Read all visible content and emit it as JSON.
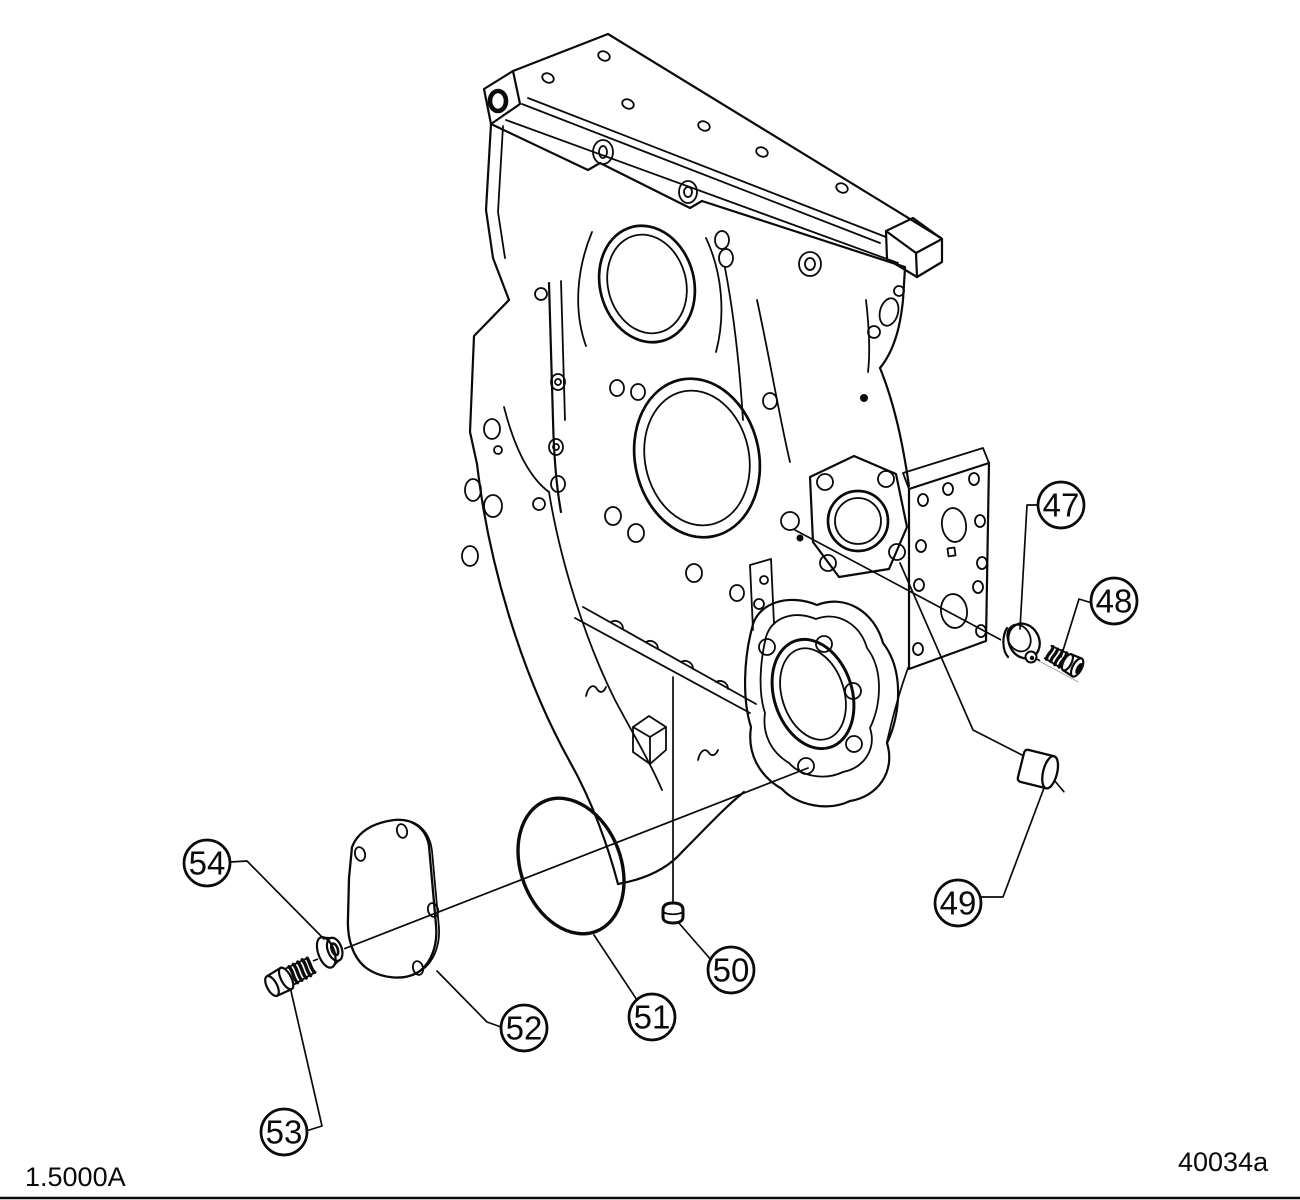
{
  "figure": {
    "section_code": "1.5000A",
    "drawing_number": "40034a"
  },
  "callouts": [
    {
      "number": "47"
    },
    {
      "number": "48"
    },
    {
      "number": "49"
    },
    {
      "number": "50"
    },
    {
      "number": "51"
    },
    {
      "number": "52"
    },
    {
      "number": "53"
    },
    {
      "number": "54"
    }
  ],
  "colors": {
    "line": "#0a0a0a",
    "background": "#ffffff"
  }
}
